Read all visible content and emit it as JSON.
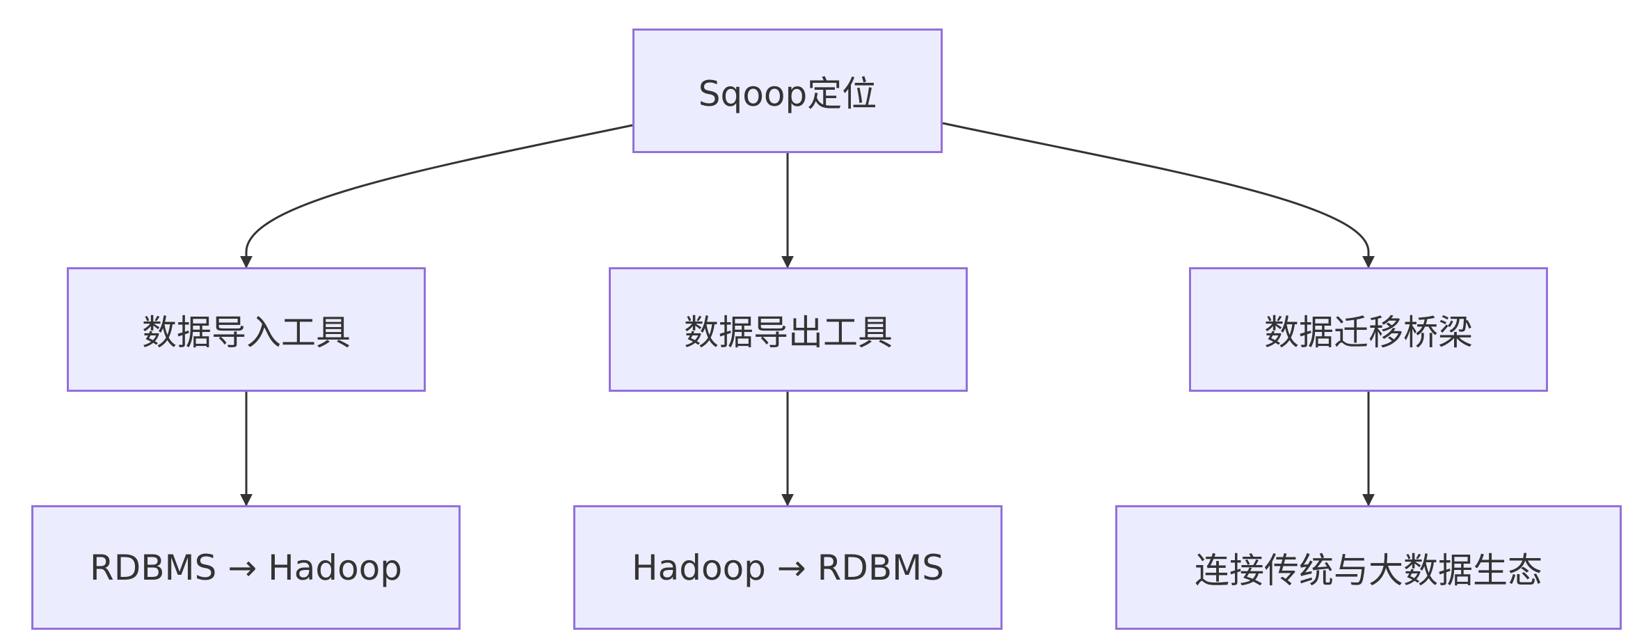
{
  "diagram": {
    "root": {
      "label": "Sqoop定位"
    },
    "branches": [
      {
        "label": "数据导入工具",
        "child": "RDBMS → Hadoop"
      },
      {
        "label": "数据导出工具",
        "child": "Hadoop → RDBMS"
      },
      {
        "label": "数据迁移桥梁",
        "child": "连接传统与大数据生态"
      }
    ],
    "colors": {
      "node_fill": "#ececff",
      "node_border": "#9370db",
      "edge": "#333333",
      "text": "#333333"
    }
  }
}
